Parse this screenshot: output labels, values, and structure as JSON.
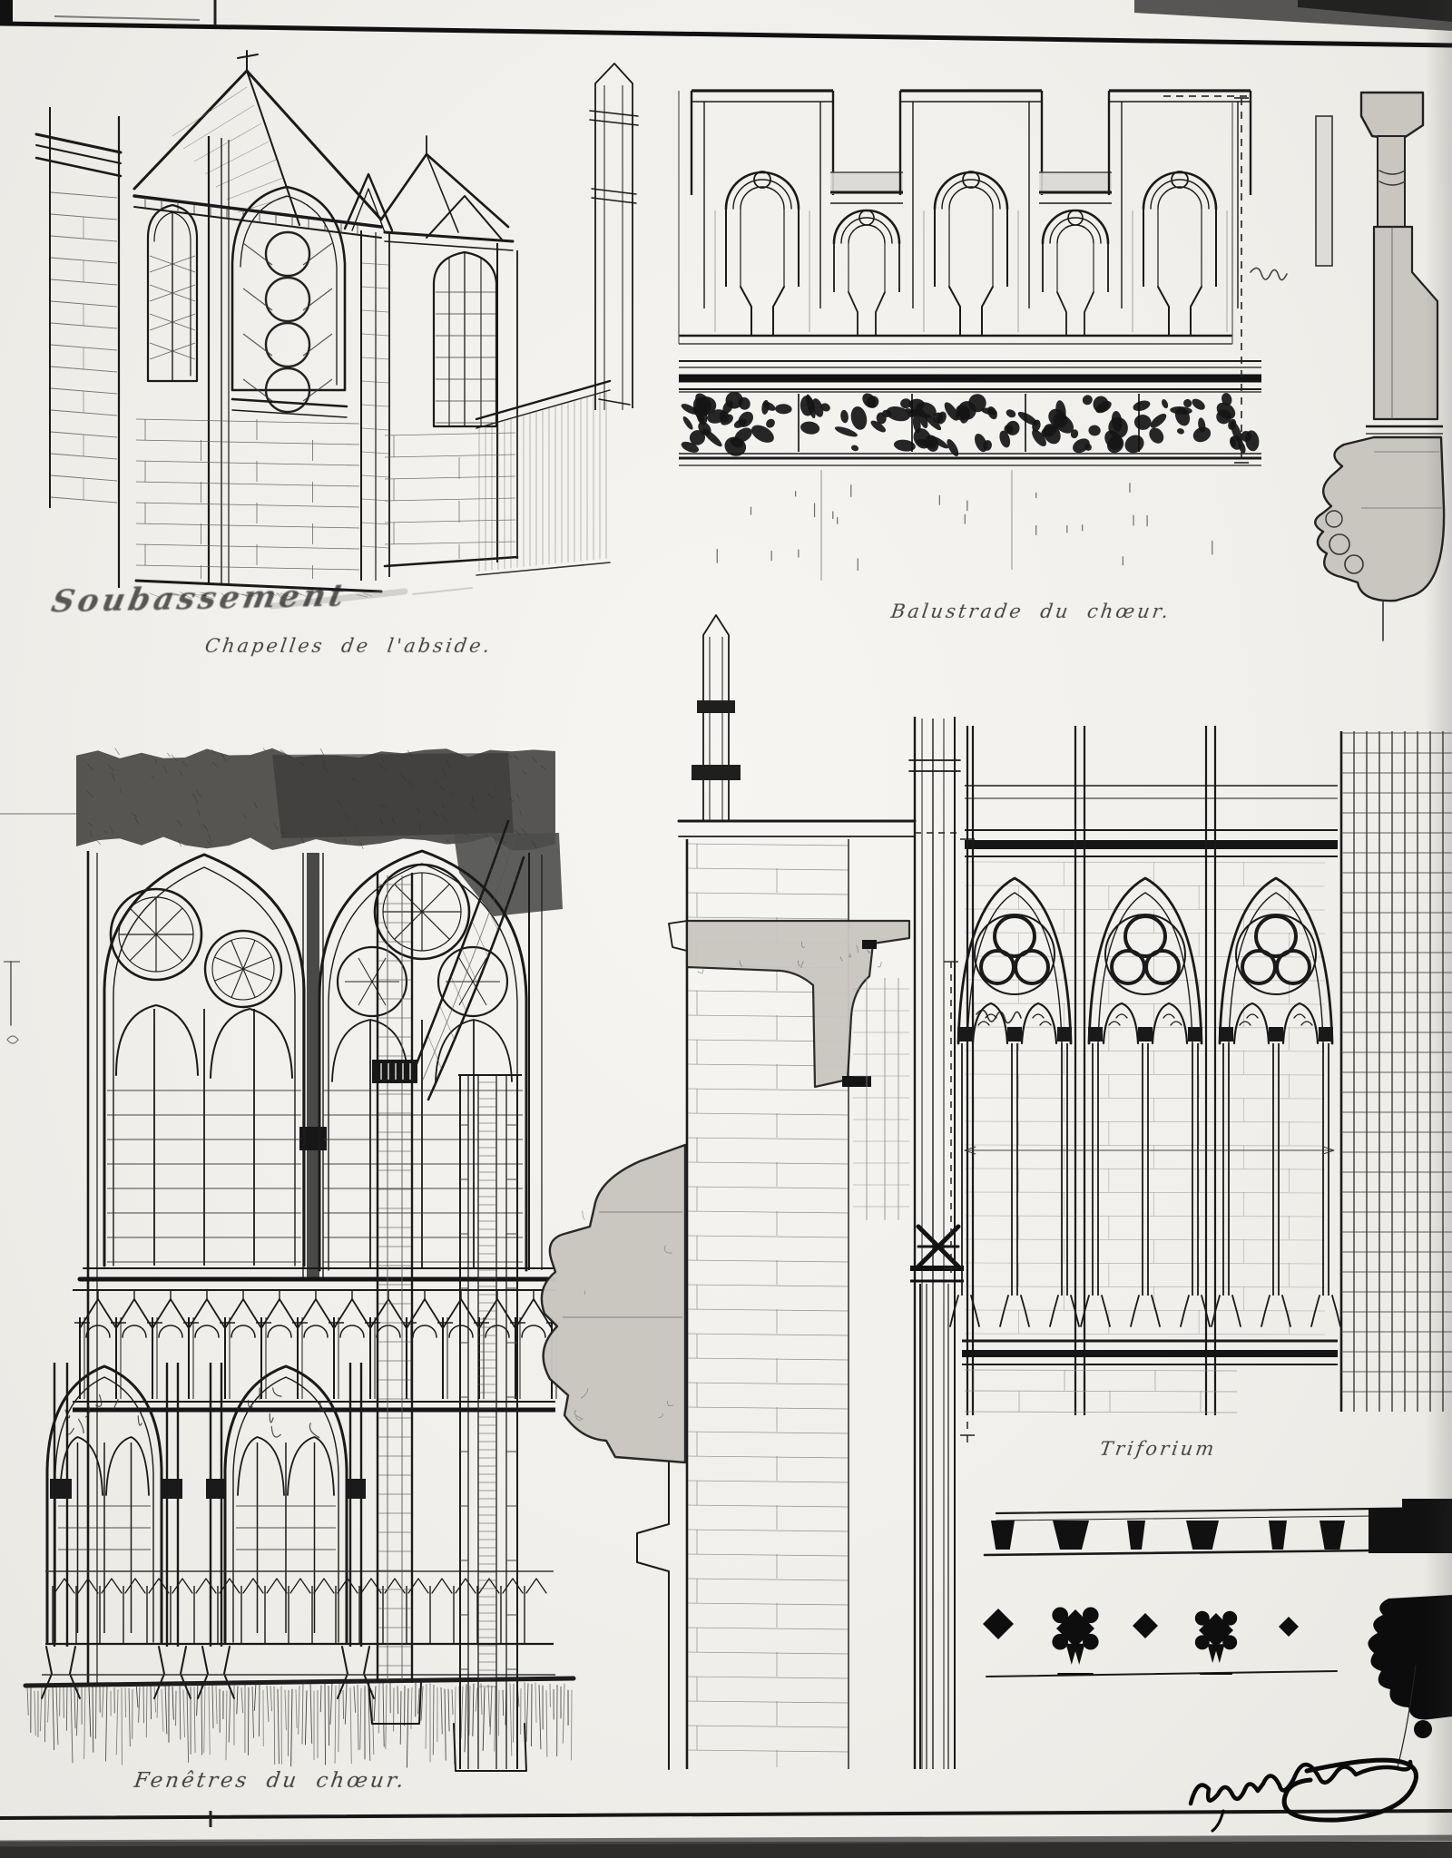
{
  "plate": {
    "title": "Plate of Gothic architectural studies",
    "paper_color": "#f2f1ed",
    "ink_color": "#1a1a1a",
    "wash_color": "#c9c6c0",
    "smudge_color": "#4c4b49",
    "black": "#0e0e0e"
  },
  "captions": {
    "apse_main": "Soubassement",
    "apse_sub": "Chapelles de l'abside.",
    "balustrade": "Balustrade du chœur.",
    "nave": "Fenêtres du chœur.",
    "triforium": "Triforium"
  },
  "panels": [
    {
      "id": "apse-chapels-sketch",
      "caption_refs": [
        "apse_main",
        "apse_sub"
      ]
    },
    {
      "id": "balustrade-elevation",
      "caption_refs": [
        "balustrade"
      ]
    },
    {
      "id": "balustrade-section-profile",
      "caption_refs": []
    },
    {
      "id": "nave-window-elevation",
      "caption_refs": [
        "nave"
      ]
    },
    {
      "id": "buttress-section",
      "caption_refs": []
    },
    {
      "id": "triforium-elevation",
      "caption_refs": [
        "triforium"
      ]
    },
    {
      "id": "corbel-frieze-strip",
      "caption_refs": []
    }
  ],
  "signature": "(illegible cursive signature)"
}
